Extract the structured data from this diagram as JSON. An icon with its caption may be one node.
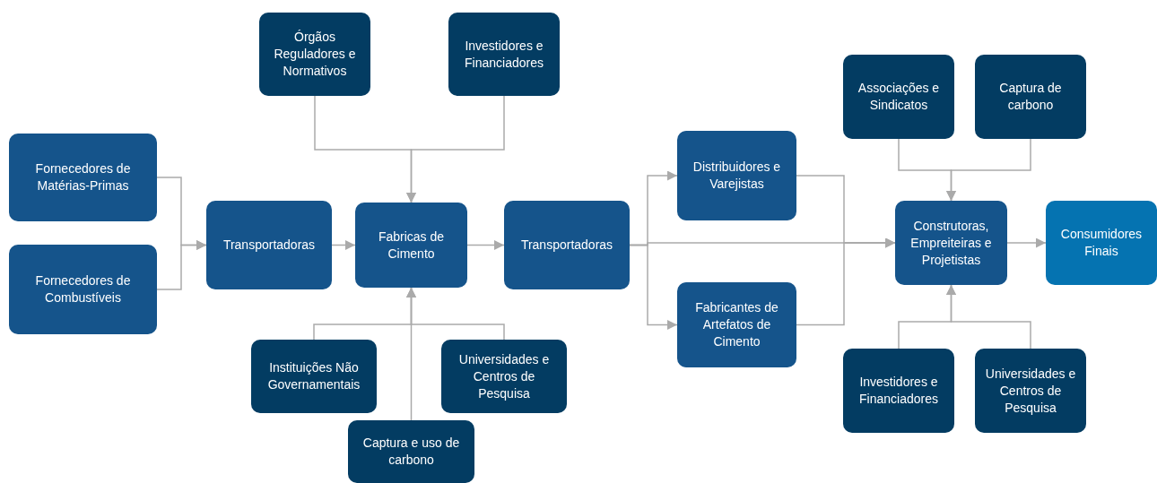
{
  "diagram": {
    "nodes": [
      {
        "text": [
          "Fornecedores de Matérias-Primas"
        ]
      },
      {
        "text": [
          "Fornecedores de Combustíveis"
        ]
      },
      {
        "text": [
          "Transportadoras"
        ]
      },
      {
        "text": [
          "Órgãos Reguladores e Normativos"
        ]
      },
      {
        "text": [
          "Investidores e Financiadores"
        ]
      },
      {
        "text": [
          "Fabricas de Cimento"
        ]
      },
      {
        "text": [
          "Instituições Não Governamentais"
        ]
      },
      {
        "text": [
          "Universidades e Centros de Pesquisa"
        ]
      },
      {
        "text": [
          "Captura e uso de carbono"
        ]
      },
      {
        "text": [
          "Transportadoras"
        ]
      },
      {
        "text": [
          "Distribuidores e Varejistas"
        ]
      },
      {
        "text": [
          "Fabricantes de Artefatos de Cimento"
        ]
      },
      {
        "text": [
          "Associações e Sindicatos"
        ]
      },
      {
        "text": [
          "Captura de carbono"
        ]
      },
      {
        "text": [
          "Construtoras, Empreiteiras e Projetistas"
        ]
      },
      {
        "text": [
          "Consumidores Finais"
        ]
      },
      {
        "text": [
          "Investidores e Financiadores"
        ]
      },
      {
        "text": [
          "Universidades e Centros de Pesquisa"
        ]
      }
    ],
    "edges": [
      {
        "from": 0,
        "to": 2,
        "arrow": "to"
      },
      {
        "from": 1,
        "to": 2,
        "arrow": "to"
      },
      {
        "from": 2,
        "to": 5,
        "arrow": "to"
      },
      {
        "from": 3,
        "to": 5,
        "arrow": "to"
      },
      {
        "from": 4,
        "to": 5,
        "arrow": "to"
      },
      {
        "from": 6,
        "to": 5,
        "arrow": "to"
      },
      {
        "from": 7,
        "to": 5,
        "arrow": "to"
      },
      {
        "from": 8,
        "to": 5,
        "arrow": "to"
      },
      {
        "from": 5,
        "to": 9,
        "arrow": "to"
      },
      {
        "from": 9,
        "to": 10,
        "arrow": "to"
      },
      {
        "from": 9,
        "to": 11,
        "arrow": "to"
      },
      {
        "from": 9,
        "to": 14,
        "arrow": "to"
      },
      {
        "from": 10,
        "to": 14,
        "arrow": "to"
      },
      {
        "from": 11,
        "to": 14,
        "arrow": "to"
      },
      {
        "from": 12,
        "to": 14,
        "arrow": "to"
      },
      {
        "from": 13,
        "to": 14,
        "arrow": "to"
      },
      {
        "from": 16,
        "to": 14,
        "arrow": "to"
      },
      {
        "from": 17,
        "to": 14,
        "arrow": "to"
      },
      {
        "from": 14,
        "to": 15,
        "arrow": "to"
      }
    ]
  }
}
